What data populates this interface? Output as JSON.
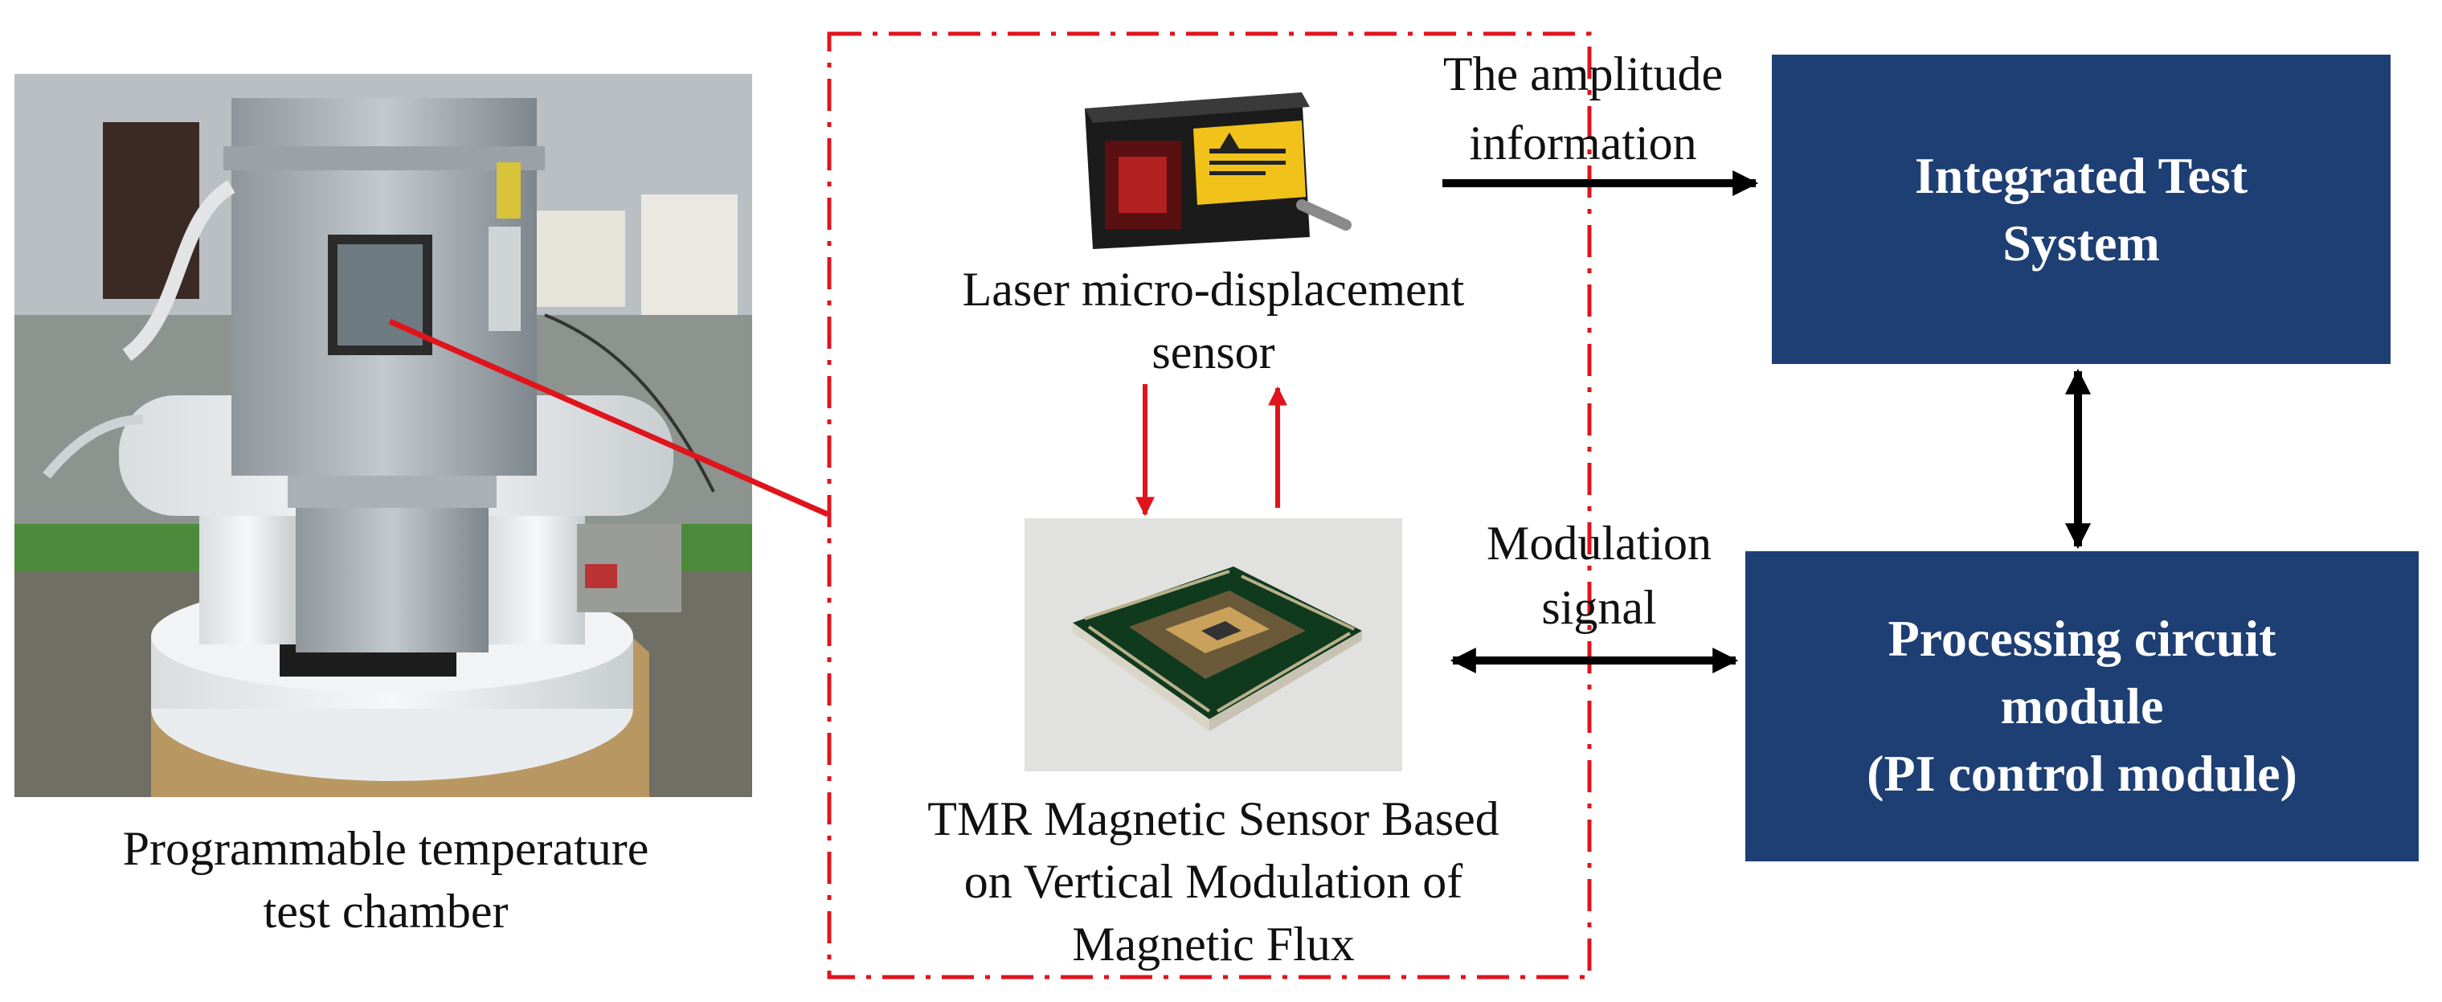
{
  "photo": {
    "caption_line1": "Programmable  temperature",
    "caption_line2": "test chamber"
  },
  "sensor_group": {
    "laser_label_line1": "Laser micro-displacement",
    "laser_label_line2": "sensor",
    "tmr_label_line1": "TMR Magnetic Sensor Based",
    "tmr_label_line2": "on Vertical Modulation of",
    "tmr_label_line3": "Magnetic Flux"
  },
  "edges": {
    "amplitude_line1": "The amplitude",
    "amplitude_line2": "information",
    "modulation_line1": "Modulation",
    "modulation_line2": "signal"
  },
  "blocks": {
    "integrated_line1": "Integrated Test",
    "integrated_line2": "System",
    "processing_line1": "Processing circuit",
    "processing_line2": "module",
    "processing_line3": "(PI control module)"
  },
  "colors": {
    "block_fill": "#1e3f74",
    "dashed_border": "#e0141c",
    "red_arrows": "#e0141c",
    "black_arrows": "#000000"
  }
}
